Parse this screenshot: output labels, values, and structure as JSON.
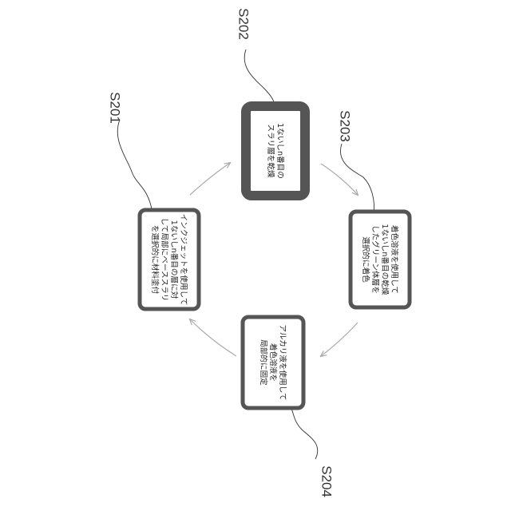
{
  "steps": [
    {
      "id": "S201",
      "label": "S201",
      "lines": [
        "インクジェットを使用して",
        "1ないしn番目の層に対",
        "して局部にベーススラリ",
        "を選択的に材料塗付"
      ]
    },
    {
      "id": "S202",
      "label": "S202",
      "lines": [
        "1ないしn番目の",
        "スラリ層を乾燥"
      ]
    },
    {
      "id": "S203",
      "label": "S203",
      "lines": [
        "着色溶液を使用して",
        "1ないしn番目の乾燥",
        "したグリーン体層を",
        "選択的に着色"
      ]
    },
    {
      "id": "S204",
      "label": "S204",
      "lines": [
        "アルカリ液を使用して",
        "着色溶液を",
        "局部的に固定"
      ]
    }
  ],
  "colors": {
    "box_border": "#555555",
    "box_fill": "#ffffff",
    "arrow": "#aaaaaa",
    "leader": "#333333"
  }
}
